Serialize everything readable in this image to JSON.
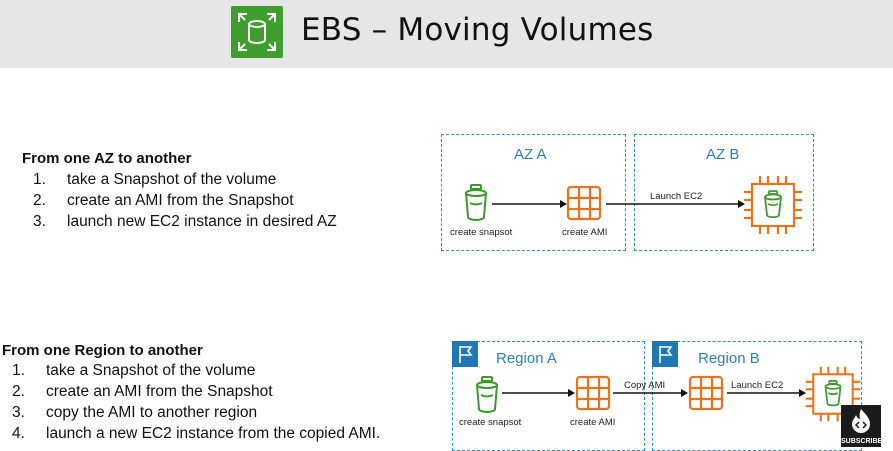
{
  "header": {
    "title": "EBS – Moving Volumes",
    "logo_icon": "ebs-storage-icon"
  },
  "section_az": {
    "title": "From one AZ to another",
    "steps": [
      {
        "n": "1.",
        "text": "take a Snapshot of the volume"
      },
      {
        "n": "2.",
        "text": "create an AMI from the Snapshot"
      },
      {
        "n": "3.",
        "text": "launch new EC2 instance in desired AZ"
      }
    ],
    "diagram": {
      "az_a": "AZ A",
      "az_b": "AZ B",
      "snapshot_caption": "create snapsot",
      "ami_caption": "create AMI",
      "arrow_label": "Launch EC2"
    }
  },
  "section_region": {
    "title": "From one Region to another",
    "steps": [
      {
        "n": "1.",
        "text": "take a Snapshot of the volume"
      },
      {
        "n": "2.",
        "text": "create an AMI from the Snapshot"
      },
      {
        "n": "3.",
        "text": "copy the AMI to another region"
      },
      {
        "n": "4.",
        "text": "launch a new EC2 instance from the copied AMI."
      }
    ],
    "diagram": {
      "region_a": "Region A",
      "region_b": "Region B",
      "snapshot_caption": "create snapsot",
      "ami_caption": "create AMI",
      "copy_label": "Copy AMI",
      "launch_label": "Launch EC2"
    }
  },
  "overlay": {
    "subscribe": "SUBSCRIBE"
  },
  "colors": {
    "accent": "#2f7fbf",
    "ebs_green": "#3f9c2f",
    "ec2_orange": "#e8731a"
  }
}
